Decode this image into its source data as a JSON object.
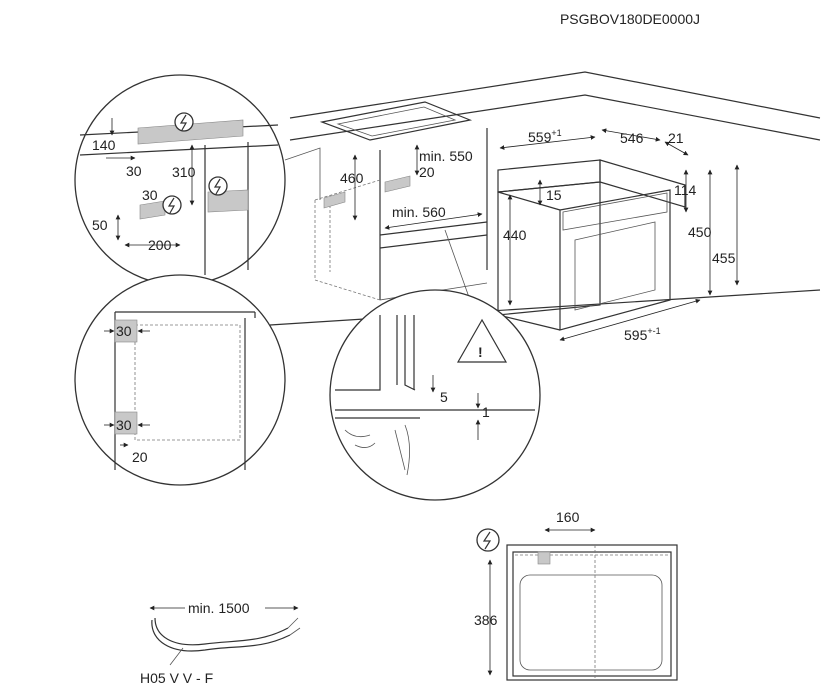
{
  "model_code": "PSGBOV180DE0000J",
  "dims_upper_detail": {
    "d140": "140",
    "d30a": "30",
    "d310": "310",
    "d30b": "30",
    "d50": "50",
    "d200": "200"
  },
  "dims_cabinet": {
    "d460": "460",
    "min550": "min. 550",
    "d20": "20",
    "min560": "min. 560"
  },
  "dims_appliance": {
    "d559": "559",
    "d559_tol": "+1",
    "d546": "546",
    "d21": "21",
    "d15": "15",
    "d114": "114",
    "d440": "440",
    "d450": "450",
    "d455": "455",
    "d595": "595",
    "d595_tol": "+-1"
  },
  "dims_side_detail": {
    "d30_top": "30",
    "d30_bottom": "30",
    "d20": "20"
  },
  "dims_gap_detail": {
    "d5": "5",
    "d1": "1"
  },
  "dims_front_view": {
    "d160": "160",
    "d386": "386"
  },
  "cable": {
    "min_length": "min. 1500",
    "type": "H05 V V - F"
  }
}
